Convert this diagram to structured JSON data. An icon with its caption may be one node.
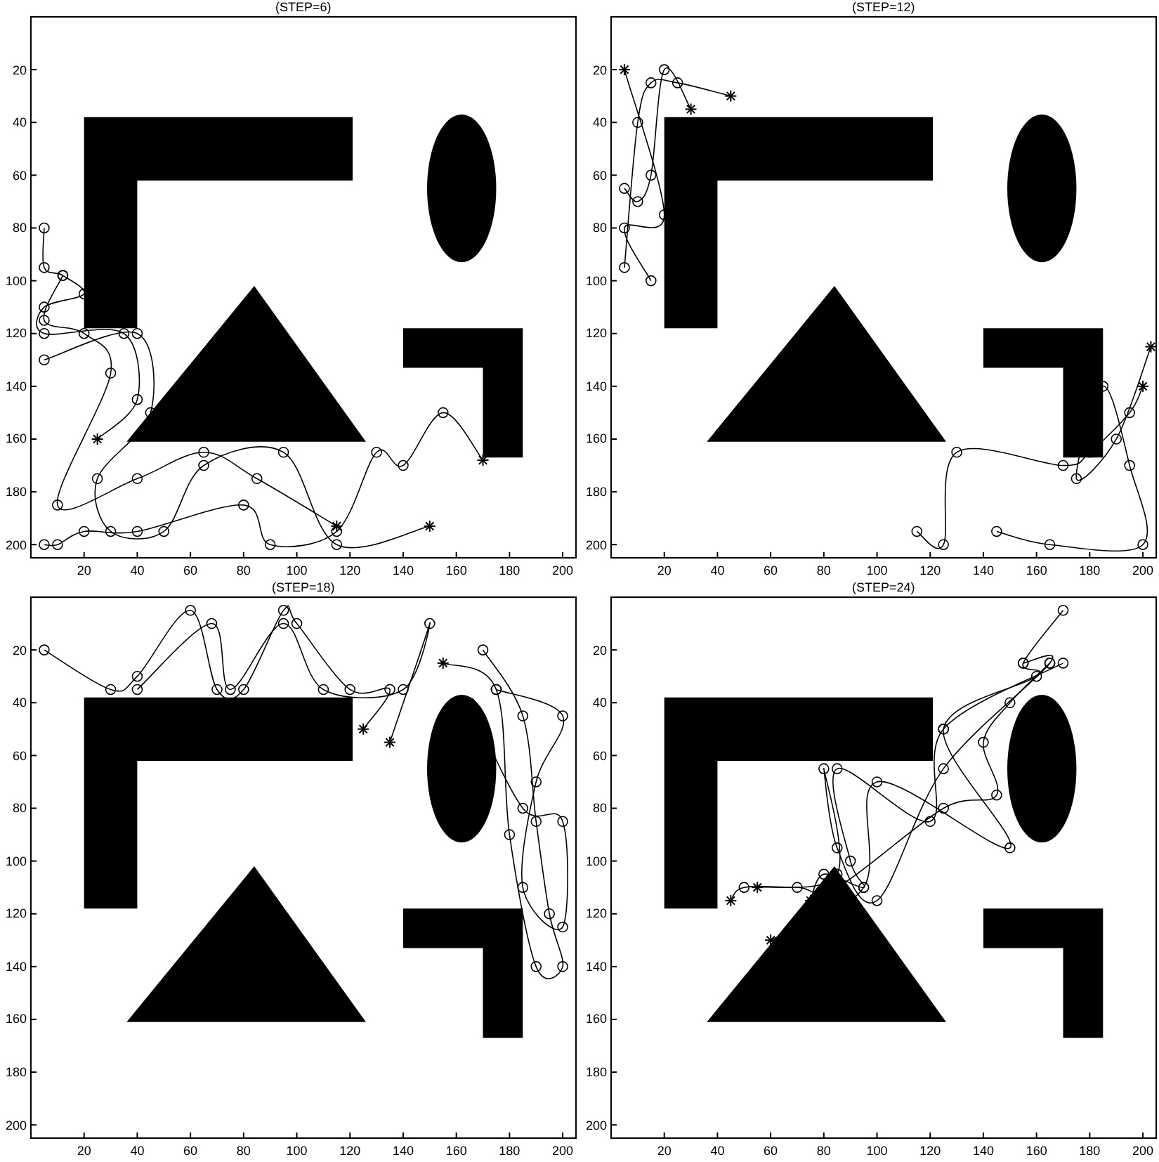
{
  "diagram": {
    "labels": [
      "(STEP=6)",
      "20",
      "40",
      "60",
      "80",
      "100",
      "120",
      "140",
      "160",
      "180",
      "200",
      "20",
      "40",
      "60",
      "80",
      "100",
      "120",
      "140",
      "160",
      "180",
      "200",
      "(STEP=12)",
      "20",
      "40",
      "60",
      "80",
      "100",
      "120",
      "140",
      "160",
      "180",
      "200",
      "20",
      "40",
      "60",
      "80",
      "100",
      "120",
      "140",
      "160",
      "180",
      "200",
      "(STEP=18)",
      "20",
      "40",
      "60",
      "80",
      "100",
      "120",
      "140",
      "160",
      "180",
      "200",
      "20",
      "40",
      "60",
      "80",
      "100",
      "120",
      "140",
      "160",
      "180",
      "200",
      "(STEP=24)",
      "20",
      "40",
      "60",
      "80",
      "100",
      "120",
      "140",
      "160",
      "180",
      "200",
      "20",
      "40",
      "60",
      "80",
      "100",
      "120",
      "140",
      "160",
      "180",
      "200"
    ]
  }
}
